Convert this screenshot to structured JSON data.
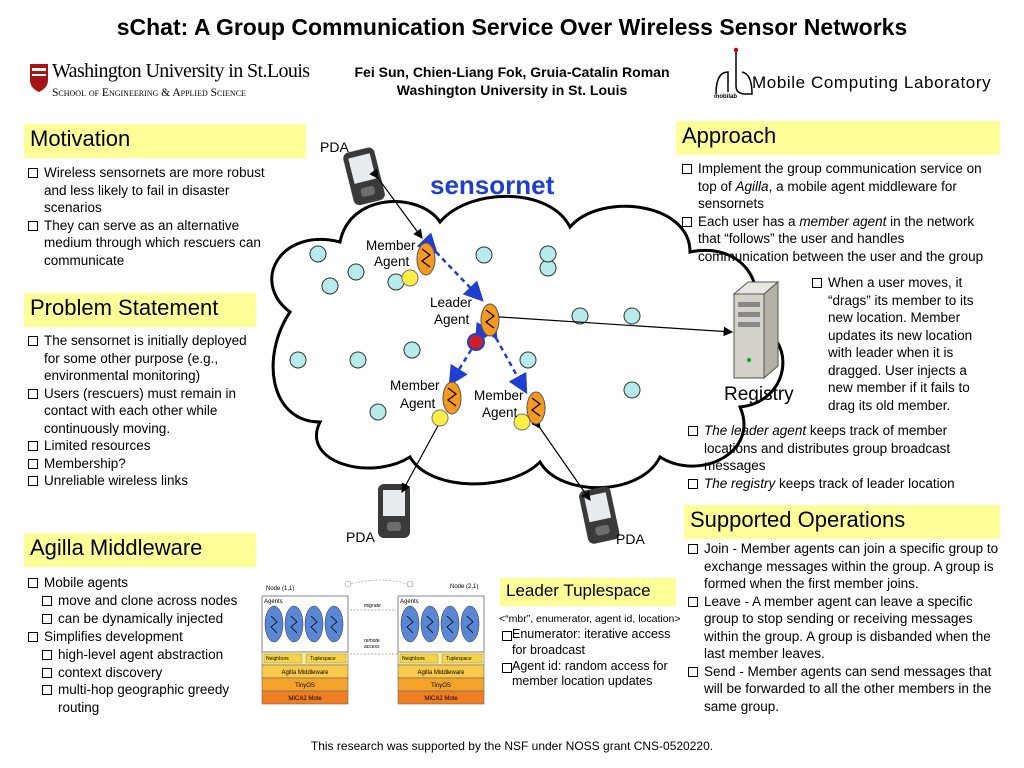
{
  "title": "sChat: A Group Communication Service Over Wireless Sensor Networks",
  "authors": {
    "names": "Fei Sun, Chien-Liang Fok, Gruia-Catalin Roman",
    "affiliation": "Washington University in St. Louis"
  },
  "logos": {
    "wu_line1": "Washington University in St.Louis",
    "wu_line2": "School of Engineering & Applied Science",
    "mcl": "Mobile Computing Laboratory",
    "mcl_sub": "mobilab"
  },
  "motivation": {
    "header": "Motivation",
    "items": [
      "Wireless sensornets are more robust and less likely to fail in disaster scenarios",
      "They can serve as an alternative medium through which rescuers can communicate"
    ]
  },
  "problem": {
    "header": "Problem Statement",
    "items": [
      "The sensornet is initially deployed for some other purpose (e.g., environmental monitoring)",
      "Users (rescuers) must remain in contact with each other while continuously moving.",
      "Limited resources",
      "Membership?",
      "Unreliable wireless links"
    ]
  },
  "agilla": {
    "header": "Agilla Middleware",
    "item1": "Mobile agents",
    "sub1": [
      "move and clone across nodes",
      "can be dynamically injected"
    ],
    "item2": "Simplifies development",
    "sub2": [
      "high-level agent abstraction",
      "context discovery",
      "multi-hop geographic greedy routing"
    ]
  },
  "diagram": {
    "sensornet": "sensornet",
    "pda": "PDA",
    "member": "Member",
    "leader": "Leader",
    "agent": "Agent",
    "registry": "Registry"
  },
  "arch": {
    "node1": "Node (1,1)",
    "node2": "Node (2,1)",
    "agents": "Agents",
    "neighbors": "Neighbors",
    "tuplespace": "Tuplespace",
    "middleware": "Agilla Middleware",
    "tinyos": "TinyOS",
    "mote": "MICA2 Mote",
    "migrate": "migrate",
    "remote": "remote",
    "access": "access"
  },
  "tuplespace": {
    "header": "Leader Tuplespace",
    "tuple": "<“mbr”, enumerator, agent id, location>",
    "items": [
      "Enumerator: iterative access for broadcast",
      "Agent id: random access for member location updates"
    ]
  },
  "approach": {
    "header": "Approach",
    "item1_pre": "Implement the group communication service on top of ",
    "item1_em": "Agilla",
    "item1_post": ", a mobile agent middleware for sensornets",
    "item2_pre": "Each user has a ",
    "item2_em": "member agent",
    "item2_post": " in the network that “follows” the user and handles communication between the user and the group",
    "side": "When a user moves, it “drags” its member to its new location.  Member updates its new location with leader when it is dragged.  User injects a new member if it fails to drag its old member.",
    "item3_em": "The leader agent",
    "item3_post": " keeps track of member locations and distributes group broadcast messages",
    "item4_em": "The registry",
    "item4_post": " keeps track of leader location"
  },
  "supported": {
    "header": "Supported Operations",
    "items": [
      "Join - Member agents can join a specific group to exchange messages within the group.  A group is formed when the first member joins.",
      "Leave -  A member agent can leave a specific group to stop sending or receiving messages within the group.  A group is disbanded when the last member leaves.",
      "Send - Member agents can send messages that will be forwarded to all the other members in the same group."
    ]
  },
  "footer": "This research was supported by the NSF under NOSS grant CNS-0520220.",
  "colors": {
    "header_bg": "#ffff99",
    "sensornet_blue": "#1f3fd0",
    "node_fill": "#b8ecec",
    "agent_orange": "#f59a1e",
    "wu_red": "#a51417"
  }
}
